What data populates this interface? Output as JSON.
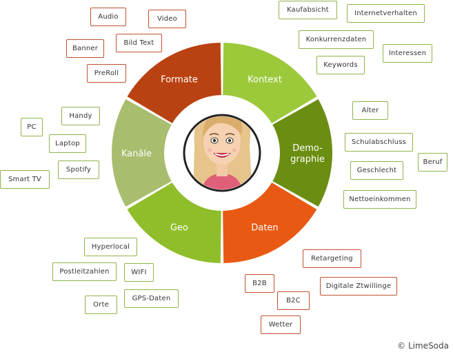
{
  "center": {
    "avatar": "cartoon-woman-avatar"
  },
  "segments": [
    {
      "id": "kontext",
      "lines": [
        "Kontext"
      ],
      "color": "#9cc93a"
    },
    {
      "id": "demografie",
      "lines": [
        "Demo-",
        "graphie"
      ],
      "color": "#6b8e12"
    },
    {
      "id": "daten",
      "lines": [
        "Daten"
      ],
      "color": "#e85a13"
    },
    {
      "id": "geo",
      "lines": [
        "Geo"
      ],
      "color": "#8fbe2a"
    },
    {
      "id": "kanaele",
      "lines": [
        "Kanäle"
      ],
      "color": "#a8bd6e"
    },
    {
      "id": "formate",
      "lines": [
        "Formate"
      ],
      "color": "#b94212"
    }
  ],
  "tags": [
    {
      "text": "Audio",
      "group": "formate"
    },
    {
      "text": "Video",
      "group": "formate"
    },
    {
      "text": "Banner",
      "group": "formate"
    },
    {
      "text": "Bild Text",
      "group": "formate"
    },
    {
      "text": "PreRoll",
      "group": "formate"
    },
    {
      "text": "Kaufabsicht",
      "group": "kontext"
    },
    {
      "text": "Internetverhalten",
      "group": "kontext"
    },
    {
      "text": "Konkurrenzdaten",
      "group": "kontext"
    },
    {
      "text": "Interessen",
      "group": "kontext"
    },
    {
      "text": "Keywords",
      "group": "kontext"
    },
    {
      "text": "Alter",
      "group": "demografie"
    },
    {
      "text": "Schulabschluss",
      "group": "demografie"
    },
    {
      "text": "Beruf",
      "group": "demografie"
    },
    {
      "text": "Geschlecht",
      "group": "demografie"
    },
    {
      "text": "Nettoeinkommen",
      "group": "demografie"
    },
    {
      "text": "Handy",
      "group": "kanaele"
    },
    {
      "text": "PC",
      "group": "kanaele"
    },
    {
      "text": "Laptop",
      "group": "kanaele"
    },
    {
      "text": "Spotify",
      "group": "kanaele"
    },
    {
      "text": "Smart TV",
      "group": "kanaele"
    },
    {
      "text": "Hyperlocal",
      "group": "geo"
    },
    {
      "text": "Postleitzahlen",
      "group": "geo"
    },
    {
      "text": "WIFI",
      "group": "geo"
    },
    {
      "text": "GPS-Daten",
      "group": "geo"
    },
    {
      "text": "Orte",
      "group": "geo"
    },
    {
      "text": "Retargeting",
      "group": "daten"
    },
    {
      "text": "B2B",
      "group": "daten"
    },
    {
      "text": "Digitale Ztwillinge",
      "group": "daten"
    },
    {
      "text": "B2C",
      "group": "daten"
    },
    {
      "text": "Wetter",
      "group": "daten"
    }
  ],
  "border_colors": {
    "green": "#8fb34a",
    "orange": "#c0502c"
  },
  "copyright": "© LimeSoda"
}
